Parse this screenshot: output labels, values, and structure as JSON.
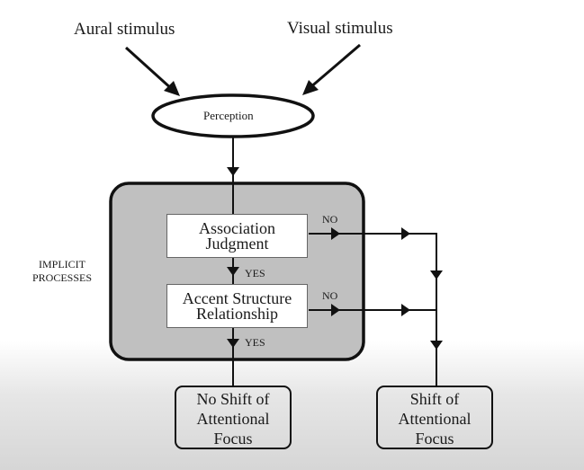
{
  "inputs": {
    "aural": "Aural stimulus",
    "visual": "Visual stimulus"
  },
  "perception": "Perception",
  "group_label": [
    "IMPLICIT",
    "PROCESSES"
  ],
  "decisions": [
    {
      "lines": [
        "Association",
        "Judgment"
      ],
      "yes": "YES",
      "no": "NO"
    },
    {
      "lines": [
        "Accent Structure",
        "Relationship"
      ],
      "yes": "YES",
      "no": "NO"
    }
  ],
  "outcomes": {
    "no_shift": [
      "No Shift of",
      "Attentional",
      "Focus"
    ],
    "shift": [
      "Shift of",
      "Attentional",
      "Focus"
    ]
  },
  "colors": {
    "group_fill": "#c0c0c0",
    "line": "#111111"
  }
}
